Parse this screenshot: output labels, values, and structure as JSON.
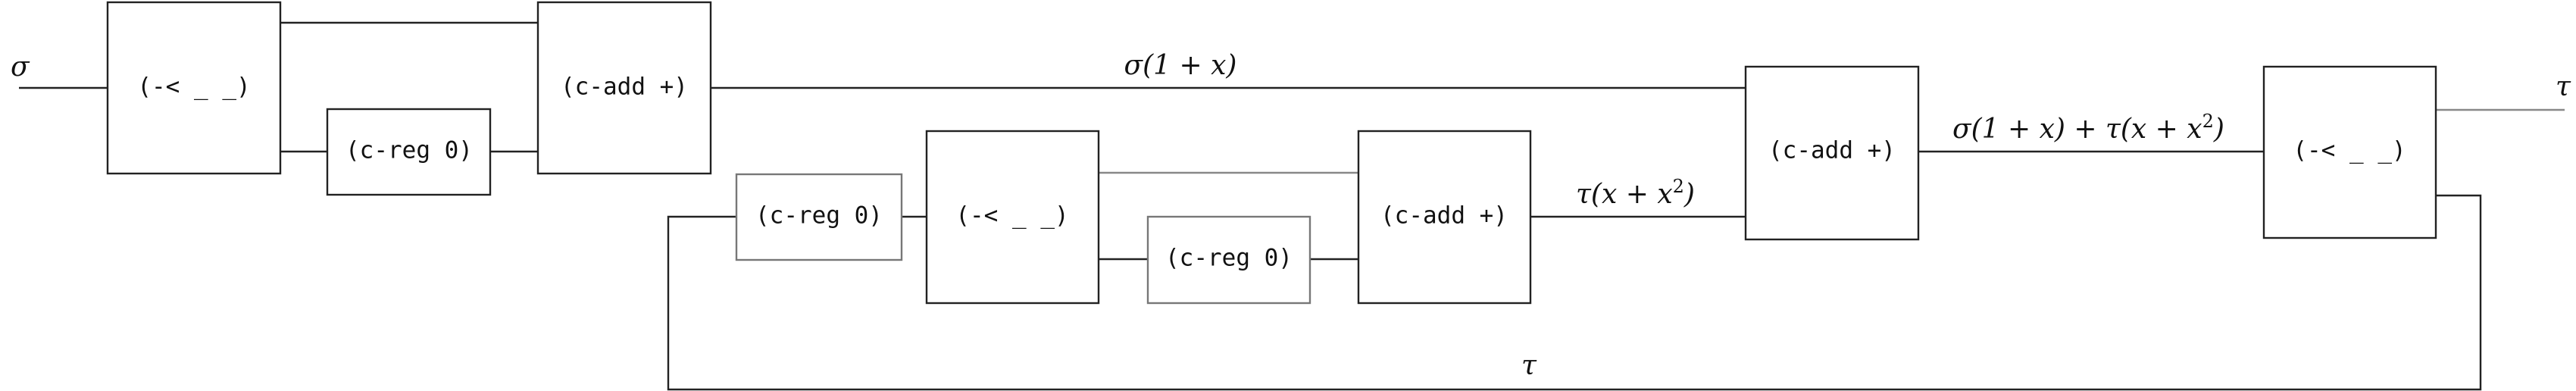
{
  "diagram": {
    "boxes": {
      "split_1": "(-< _ _)",
      "reg_1": "(c-reg 0)",
      "add_1": "(c-add +)",
      "reg_2": "(c-reg 0)",
      "split_2": "(-< _ _)",
      "reg_3": "(c-reg 0)",
      "add_2": "(c-add +)",
      "add_3": "(c-add +)",
      "split_3": "(-< _ _)"
    },
    "labels": {
      "input": "σ",
      "output": "τ",
      "feedback": "τ",
      "sum_1": "σ(1 + x)",
      "sum_2_base": "τ(x + x",
      "sum_2_exp": "2",
      "sum_2_end": ")",
      "total_base": "σ(1 + x) + τ(x + x",
      "total_exp": "2",
      "total_end": ")"
    }
  }
}
